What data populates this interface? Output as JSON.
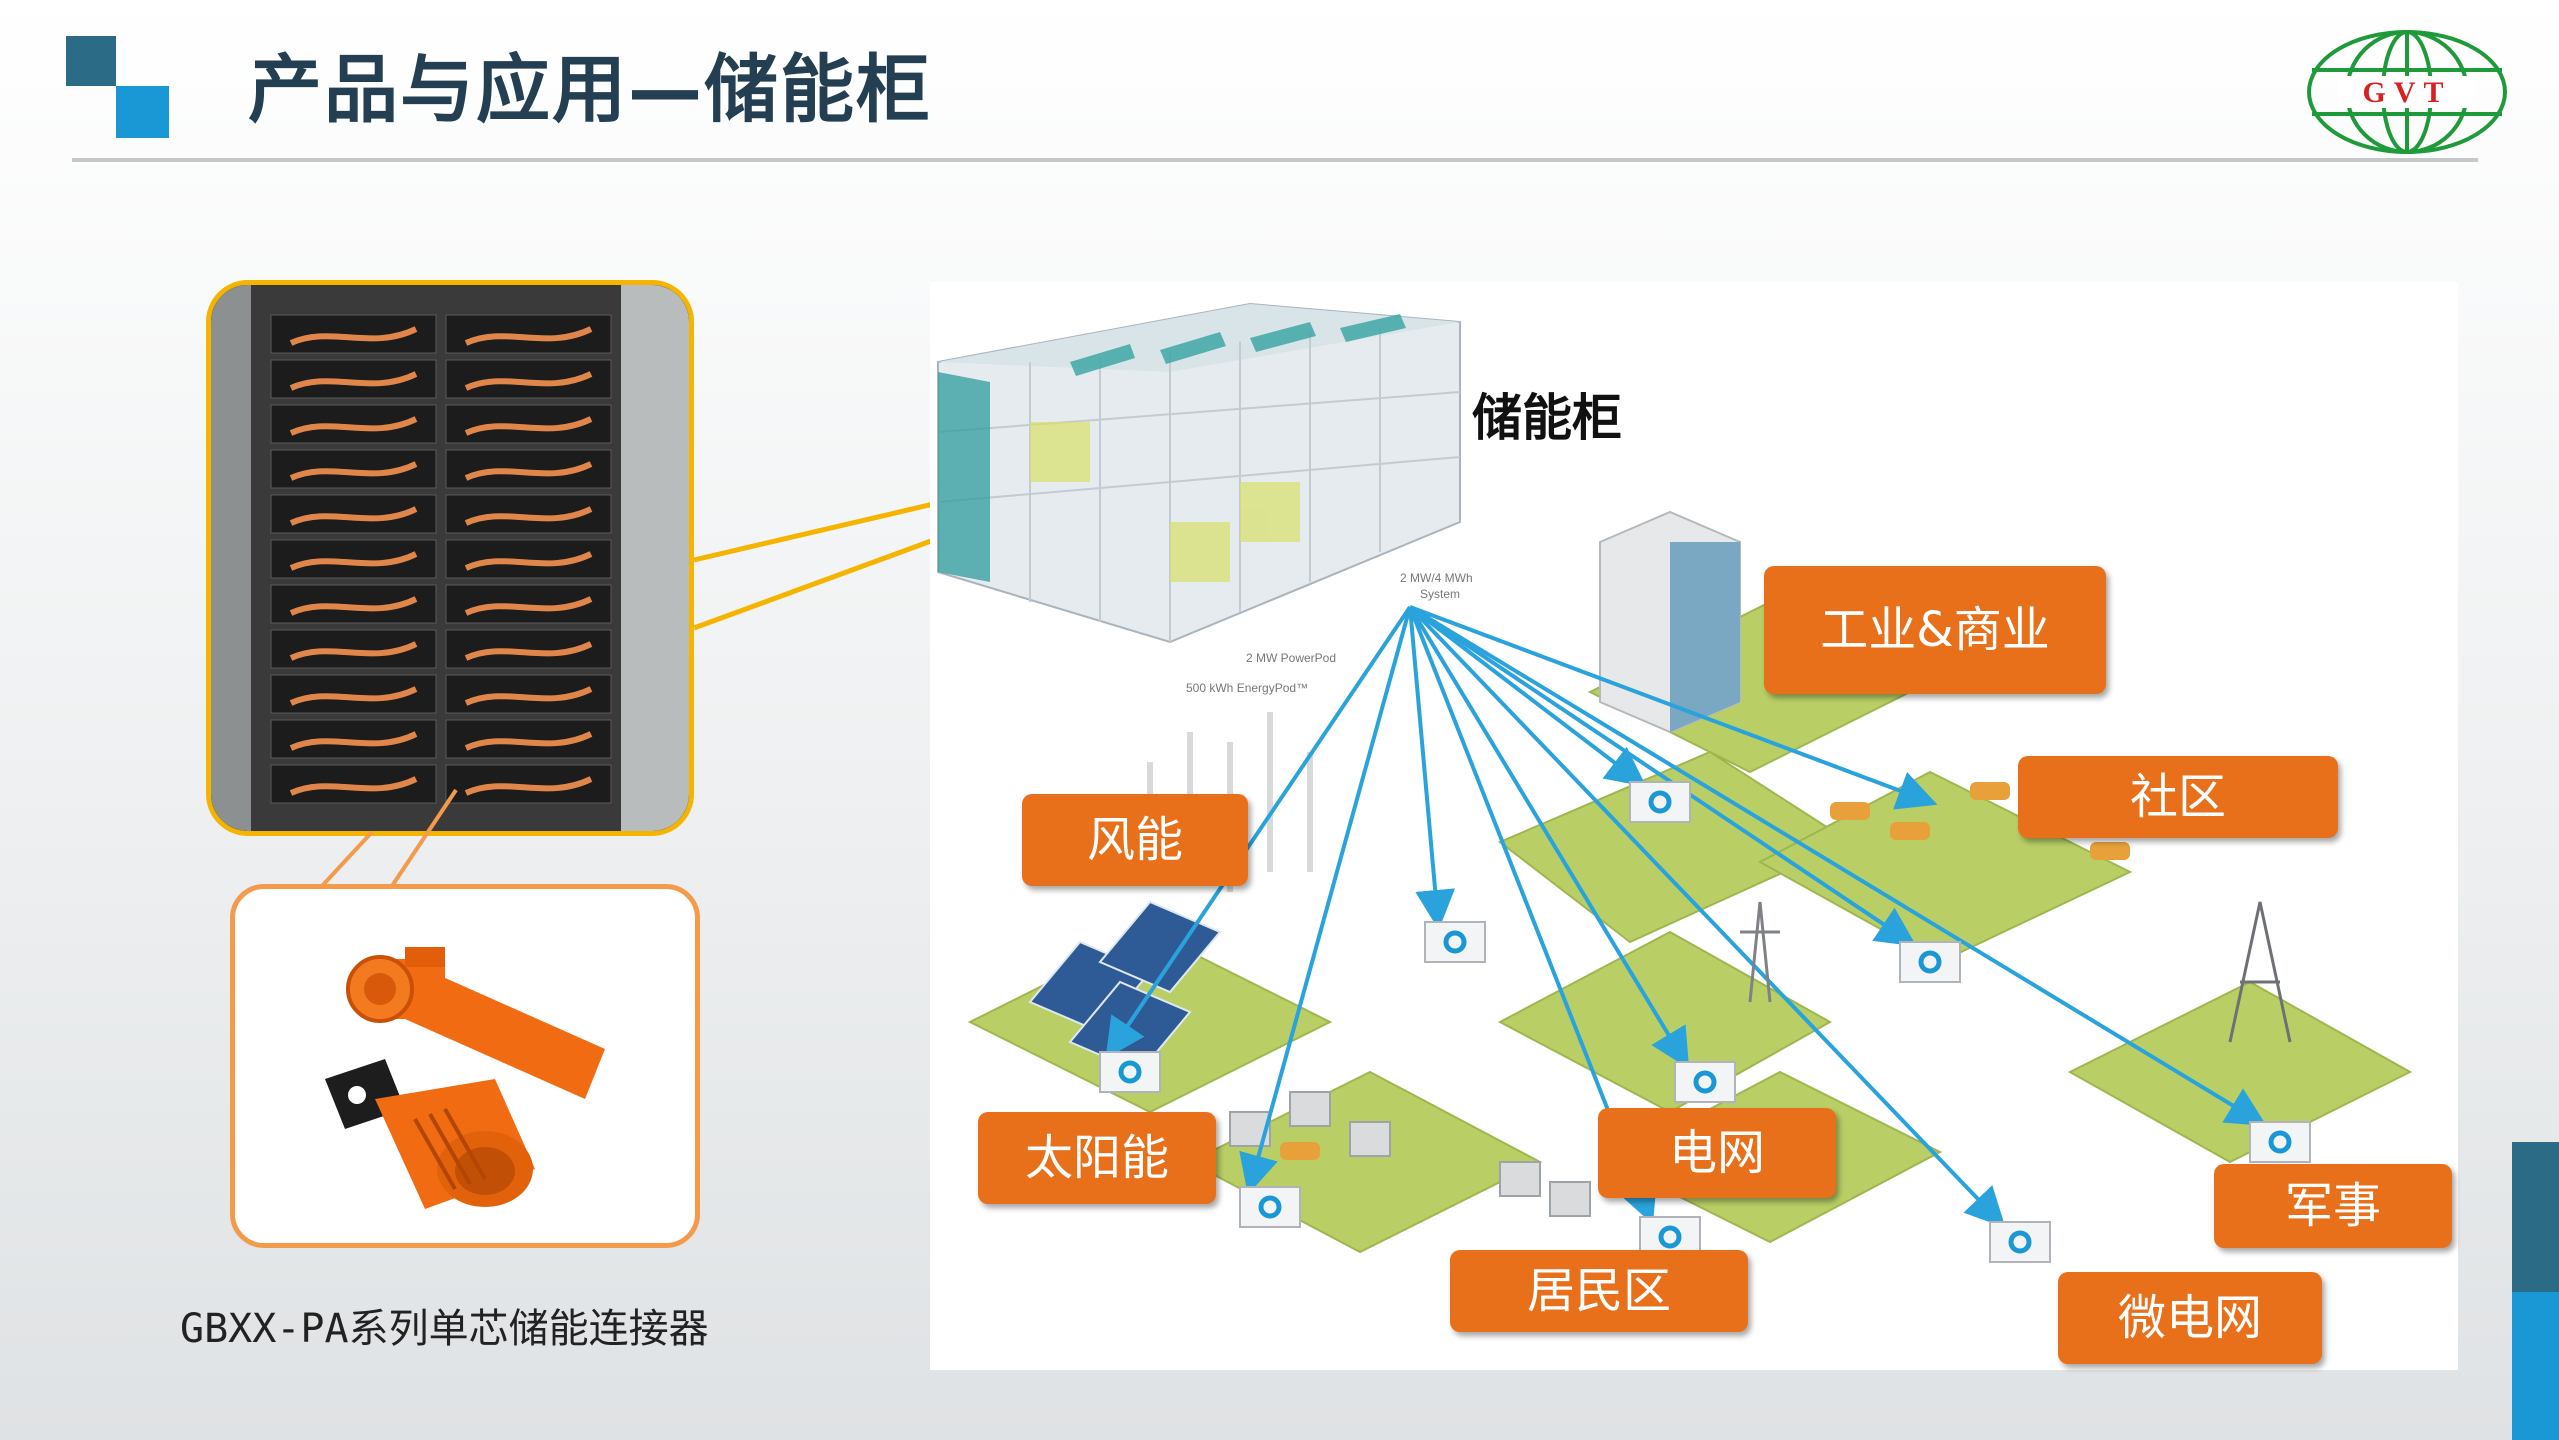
{
  "header": {
    "title": "产品与应用—储能柜",
    "logo_text": "GVT"
  },
  "left": {
    "connector_caption": "GBXX-PA系列单芯储能连接器"
  },
  "diagram": {
    "container_label": "储能柜",
    "system_label_line1": "2 MW/4 MWh",
    "system_label_line2": "System",
    "powerpod_label": "2 MW PowerPod",
    "energypod_label": "500 kWh EnergyPod™",
    "tags": {
      "industry": "工业&商业",
      "community": "社区",
      "wind": "风能",
      "solar": "太阳能",
      "grid": "电网",
      "military": "军事",
      "residential": "居民区",
      "microgrid": "微电网"
    }
  },
  "colors": {
    "accent_dark": "#2b6b86",
    "accent_light": "#1a98d5",
    "tag_orange": "#e8701b",
    "frame_yellow": "#f5b400",
    "arrow_blue": "#2aa3dc",
    "tile_green": "#b9cf66"
  }
}
